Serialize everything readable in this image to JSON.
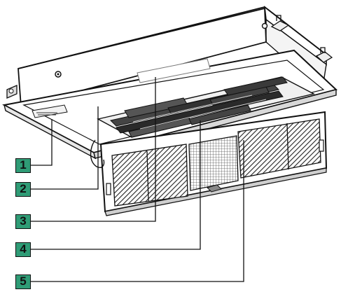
{
  "diagram": {
    "subject": "ceiling-cassette-unit",
    "badge_color": "#2f9c76",
    "line_color": "#111111",
    "callouts": [
      {
        "label": "1"
      },
      {
        "label": "2"
      },
      {
        "label": "3"
      },
      {
        "label": "4"
      },
      {
        "label": "5"
      }
    ]
  }
}
